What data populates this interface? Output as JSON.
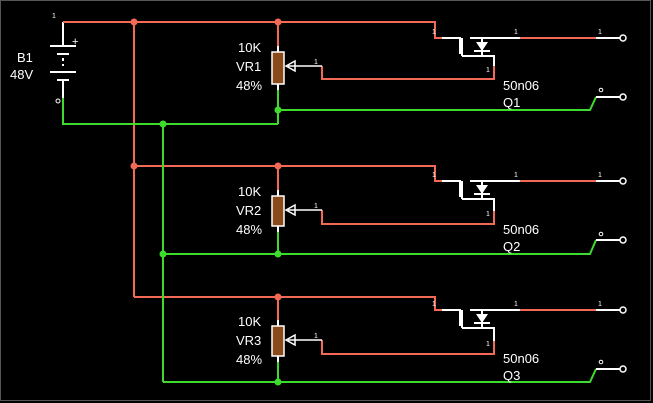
{
  "battery": {
    "name": "B1",
    "value": "48V",
    "plus": "+"
  },
  "pots": [
    {
      "value": "10K",
      "name": "VR1",
      "setting": "48%"
    },
    {
      "value": "10K",
      "name": "VR2",
      "setting": "48%"
    },
    {
      "value": "10K",
      "name": "VR3",
      "setting": "48%"
    }
  ],
  "mosfets": [
    {
      "part": "50n06",
      "name": "Q1"
    },
    {
      "part": "50n06",
      "name": "Q2"
    },
    {
      "part": "50n06",
      "name": "Q3"
    }
  ],
  "pin_label": "1",
  "colors": {
    "supply": "#f26a55",
    "ground": "#3ddc2c",
    "body": "#8b4a1c",
    "background": "#000000"
  }
}
